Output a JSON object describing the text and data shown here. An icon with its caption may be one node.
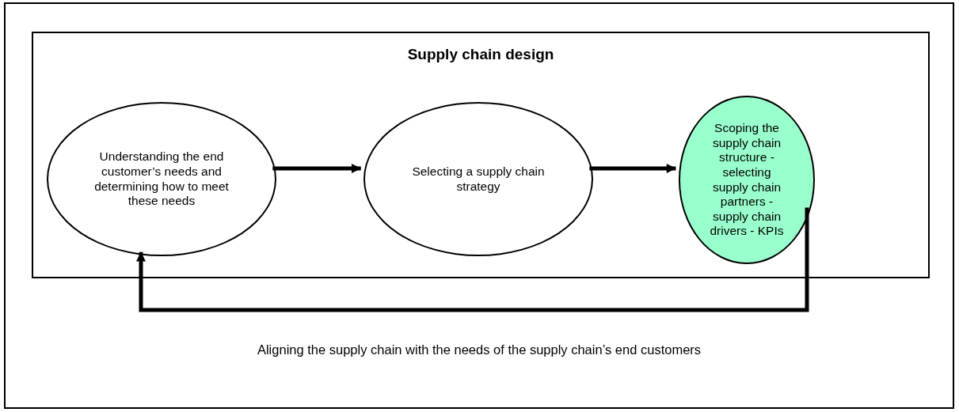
{
  "diagram": {
    "nodes": [
      {
        "text": [
          "Aligning the supply chain with the needs of the supply chain’s end customers"
        ]
      },
      {
        "text": [
          "Supply chain design"
        ],
        "in": 0
      },
      {
        "text": [
          "Understanding the end customer’s needs and determining how to meet these needs"
        ],
        "in": 1
      },
      {
        "text": [
          "Selecting a supply chain strategy"
        ],
        "in": 1
      },
      {
        "text": [
          "Scoping the supply chain structure - selecting supply chain partners - supply chain drivers - KPIs"
        ],
        "in": 1
      }
    ],
    "edges": [
      {
        "from": 2,
        "to": 3,
        "arrow": "to"
      },
      {
        "from": 3,
        "to": 4,
        "arrow": "to"
      },
      {
        "from": 4,
        "to": 2,
        "arrow": "to"
      }
    ]
  }
}
